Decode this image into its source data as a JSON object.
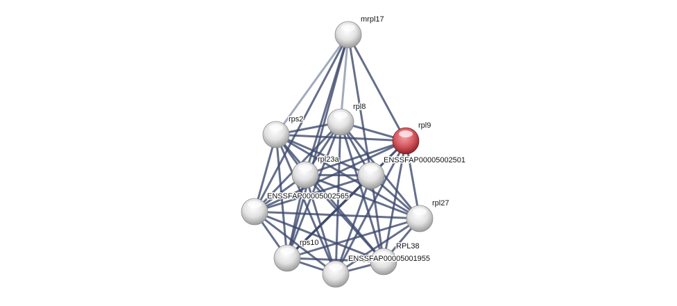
{
  "network": {
    "colors": {
      "edge": "#3d4a6e",
      "edge_light": "#8b93ad",
      "node": "#e6e6e6",
      "query_node": "#d9555c"
    },
    "nodes": [
      {
        "id": "mrpl17",
        "label": "mrpl17",
        "query": false
      },
      {
        "id": "rpl8",
        "label": "rpl8",
        "query": false
      },
      {
        "id": "rps2",
        "label": "rps2",
        "query": false
      },
      {
        "id": "rpl9",
        "label": "rpl9",
        "query": true
      },
      {
        "id": "rpl23a",
        "label": "rpl23a",
        "query": false
      },
      {
        "id": "e2501",
        "label": "ENSSFAP00005002501",
        "query": false
      },
      {
        "id": "e2565",
        "label": "ENSSFAP00005002565",
        "query": false
      },
      {
        "id": "rpl27",
        "label": "rpl27",
        "query": false
      },
      {
        "id": "rps10",
        "label": "rps10",
        "query": false
      },
      {
        "id": "RPL38",
        "label": "RPL38",
        "query": false
      },
      {
        "id": "e1955",
        "label": "ENSSFAP00005001955",
        "query": false
      }
    ],
    "edges": [
      [
        "mrpl17",
        "rps2",
        0.4
      ],
      [
        "mrpl17",
        "rpl8",
        0.4
      ],
      [
        "mrpl17",
        "rpl9",
        0.8
      ],
      [
        "mrpl17",
        "rpl23a",
        0.8
      ],
      [
        "mrpl17",
        "e2501",
        0.8
      ],
      [
        "mrpl17",
        "e2565",
        0.8
      ],
      [
        "mrpl17",
        "rps10",
        0.8
      ],
      [
        "rpl8",
        "rps2",
        0.8
      ],
      [
        "rpl8",
        "rpl9",
        0.8
      ],
      [
        "rpl8",
        "rpl23a",
        0.8
      ],
      [
        "rpl8",
        "e2501",
        0.8
      ],
      [
        "rpl8",
        "e2565",
        0.8
      ],
      [
        "rpl8",
        "rpl27",
        0.8
      ],
      [
        "rpl8",
        "rps10",
        0.8
      ],
      [
        "rpl8",
        "RPL38",
        0.8
      ],
      [
        "rpl8",
        "e1955",
        0.8
      ],
      [
        "rps2",
        "rpl9",
        0.8
      ],
      [
        "rps2",
        "rpl23a",
        0.8
      ],
      [
        "rps2",
        "e2501",
        0.8
      ],
      [
        "rps2",
        "e2565",
        0.8
      ],
      [
        "rps2",
        "rpl27",
        0.8
      ],
      [
        "rps2",
        "rps10",
        0.8
      ],
      [
        "rps2",
        "RPL38",
        0.8
      ],
      [
        "rps2",
        "e1955",
        0.8
      ],
      [
        "rpl9",
        "rpl23a",
        0.8
      ],
      [
        "rpl9",
        "e2501",
        0.8
      ],
      [
        "rpl9",
        "e2565",
        0.8
      ],
      [
        "rpl9",
        "rpl27",
        0.8
      ],
      [
        "rpl9",
        "rps10",
        0.8
      ],
      [
        "rpl9",
        "RPL38",
        0.8
      ],
      [
        "rpl9",
        "e1955",
        0.8
      ],
      [
        "rpl23a",
        "e2501",
        0.8
      ],
      [
        "rpl23a",
        "e2565",
        0.8
      ],
      [
        "rpl23a",
        "rpl27",
        0.8
      ],
      [
        "rpl23a",
        "rps10",
        0.8
      ],
      [
        "rpl23a",
        "RPL38",
        0.8
      ],
      [
        "rpl23a",
        "e1955",
        0.8
      ],
      [
        "e2501",
        "e2565",
        0.8
      ],
      [
        "e2501",
        "rpl27",
        0.8
      ],
      [
        "e2501",
        "rps10",
        1.0
      ],
      [
        "e2501",
        "RPL38",
        0.8
      ],
      [
        "e2501",
        "e1955",
        0.8
      ],
      [
        "e2565",
        "rpl27",
        0.8
      ],
      [
        "e2565",
        "rps10",
        0.8
      ],
      [
        "e2565",
        "RPL38",
        0.8
      ],
      [
        "e2565",
        "e1955",
        0.8
      ],
      [
        "rpl27",
        "rps10",
        0.8
      ],
      [
        "rpl27",
        "RPL38",
        0.8
      ],
      [
        "rpl27",
        "e1955",
        0.8
      ],
      [
        "rps10",
        "RPL38",
        0.8
      ],
      [
        "rps10",
        "e1955",
        0.8
      ],
      [
        "RPL38",
        "e1955",
        0.8
      ]
    ]
  }
}
